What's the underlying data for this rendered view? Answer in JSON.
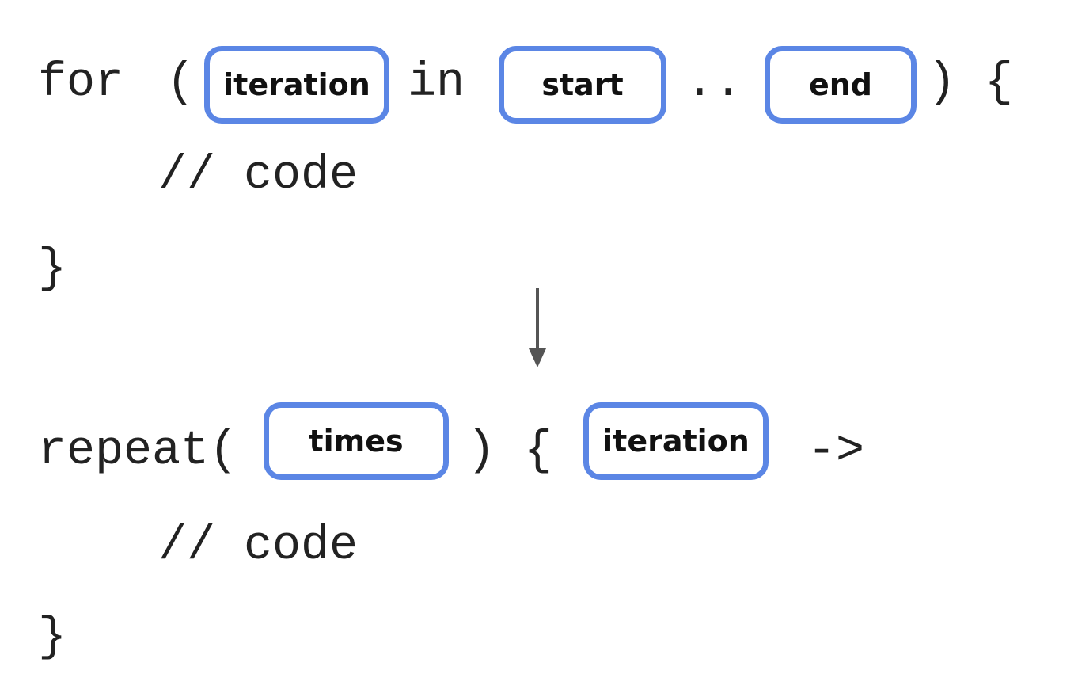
{
  "colors": {
    "placeholder_border": "#5b86e5",
    "code_text": "#222222",
    "arrow": "#555555"
  },
  "for_loop": {
    "keyword": "for",
    "open_paren": "(",
    "in_keyword": "in",
    "range_op": "..",
    "close_brace_open": ") {",
    "iteration_label": "iteration",
    "start_label": "start",
    "end_label": "end",
    "body_comment": "// code",
    "close_brace": "}"
  },
  "repeat_loop": {
    "keyword": "repeat(",
    "after_times": ") {",
    "lambda_arrow": "->",
    "times_label": "times",
    "iteration_label": "iteration",
    "body_comment": "// code",
    "close_brace": "}"
  }
}
